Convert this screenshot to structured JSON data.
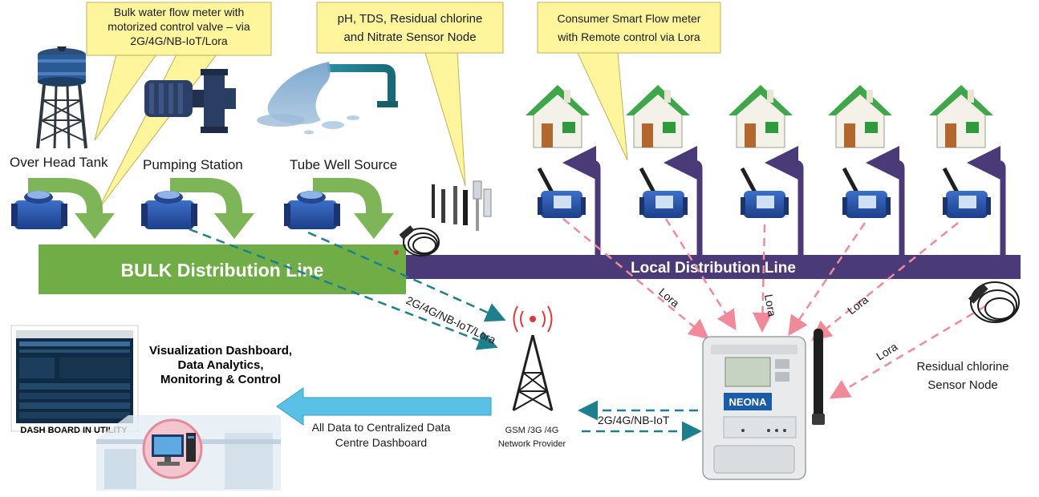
{
  "callouts": {
    "bulk_meter": [
      "Bulk water flow meter with",
      "motorized control valve – via",
      "2G/4G/NB-IoT/Lora"
    ],
    "sensor_node": [
      "pH, TDS, Residual chlorine",
      "and Nitrate Sensor Node"
    ],
    "consumer_meter": [
      "Consumer Smart Flow meter",
      "with Remote control via Lora"
    ]
  },
  "sources": {
    "tank": "Over Head Tank",
    "pump": "Pumping Station",
    "well": "Tube Well Source"
  },
  "lines": {
    "bulk": "BULK Distribution Line",
    "local": "Local Distribution Line"
  },
  "links": {
    "bulk_network": "2G/4G/NB-IoT/Lora",
    "lora": "Lora",
    "gateway_network": "2G/4G/NB-IoT"
  },
  "tower": [
    "GSM /3G /4G",
    "Network Provider"
  ],
  "data_centre": [
    "All Data to Centralized Data",
    "Centre Dashboard"
  ],
  "dashboard": {
    "title_lines": [
      "Visualization Dashboard,",
      "Data Analytics,",
      "Monitoring & Control"
    ],
    "caption": "DASH BOARD IN UTILITY"
  },
  "chlorine_sensor": [
    "Residual chlorine",
    "Sensor Node"
  ],
  "gateway_brand": "NEONA",
  "colors": {
    "callout_fill": "#FFF59D",
    "bulk_line": "#70AD47",
    "local_line": "#4B3A78",
    "lora_dash": "#F08A9A",
    "network_dash": "#1F7F8C",
    "arrow_blue": "#5BC0E6"
  }
}
